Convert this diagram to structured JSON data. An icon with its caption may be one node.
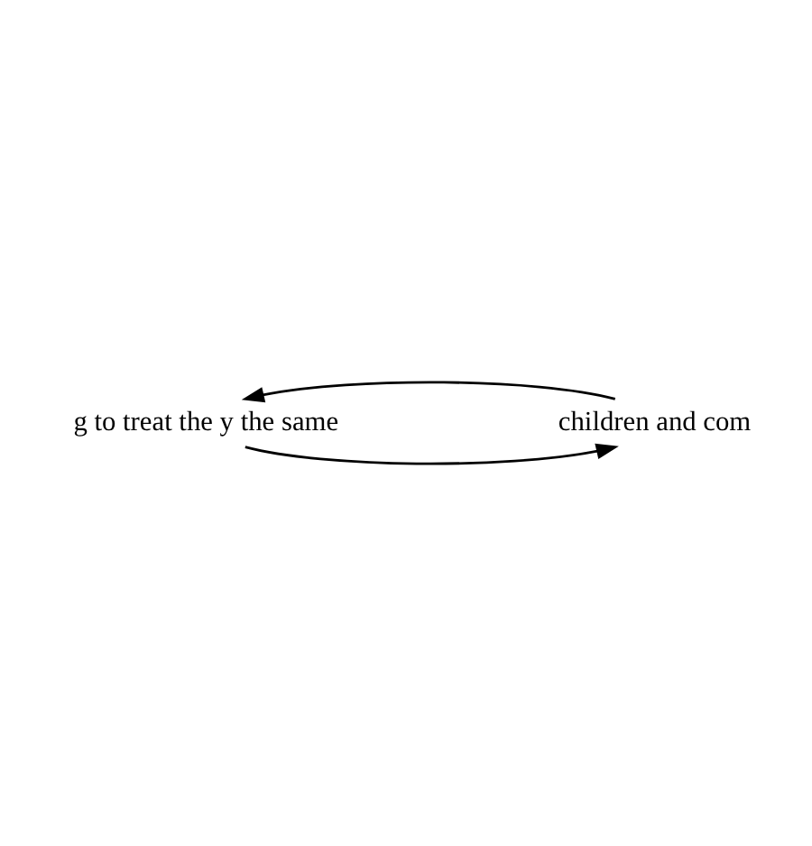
{
  "diagram": {
    "nodes": [
      {
        "text": [
          "g to treat the y the same"
        ]
      },
      {
        "text": [
          "children and com"
        ]
      }
    ],
    "edges": [
      {
        "from": 0,
        "to": 1,
        "arrow": "to"
      },
      {
        "from": 1,
        "to": 0,
        "arrow": "to"
      }
    ]
  }
}
